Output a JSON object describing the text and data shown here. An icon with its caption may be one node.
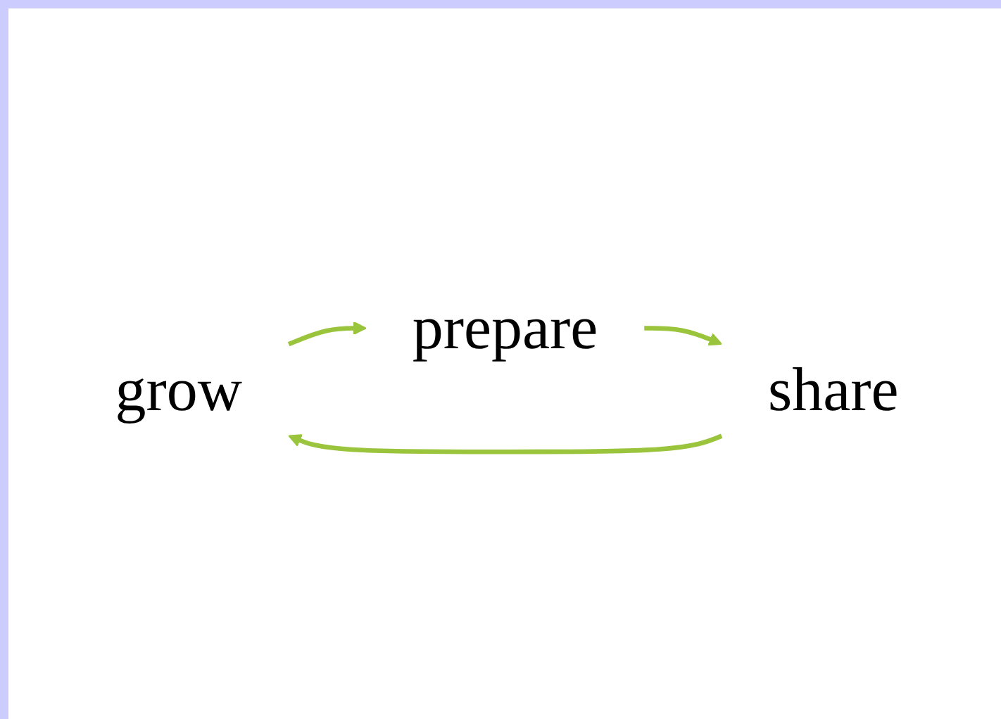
{
  "diagram": {
    "nodes": [
      {
        "text": [
          "grow"
        ]
      },
      {
        "text": [
          "prepare"
        ]
      },
      {
        "text": [
          "share"
        ]
      }
    ],
    "edges": [
      {
        "from": 2,
        "to": 0,
        "arrow": "to"
      },
      {
        "from": 0,
        "to": 1,
        "arrow": "to"
      },
      {
        "from": 1,
        "to": 2,
        "arrow": "to"
      }
    ]
  }
}
